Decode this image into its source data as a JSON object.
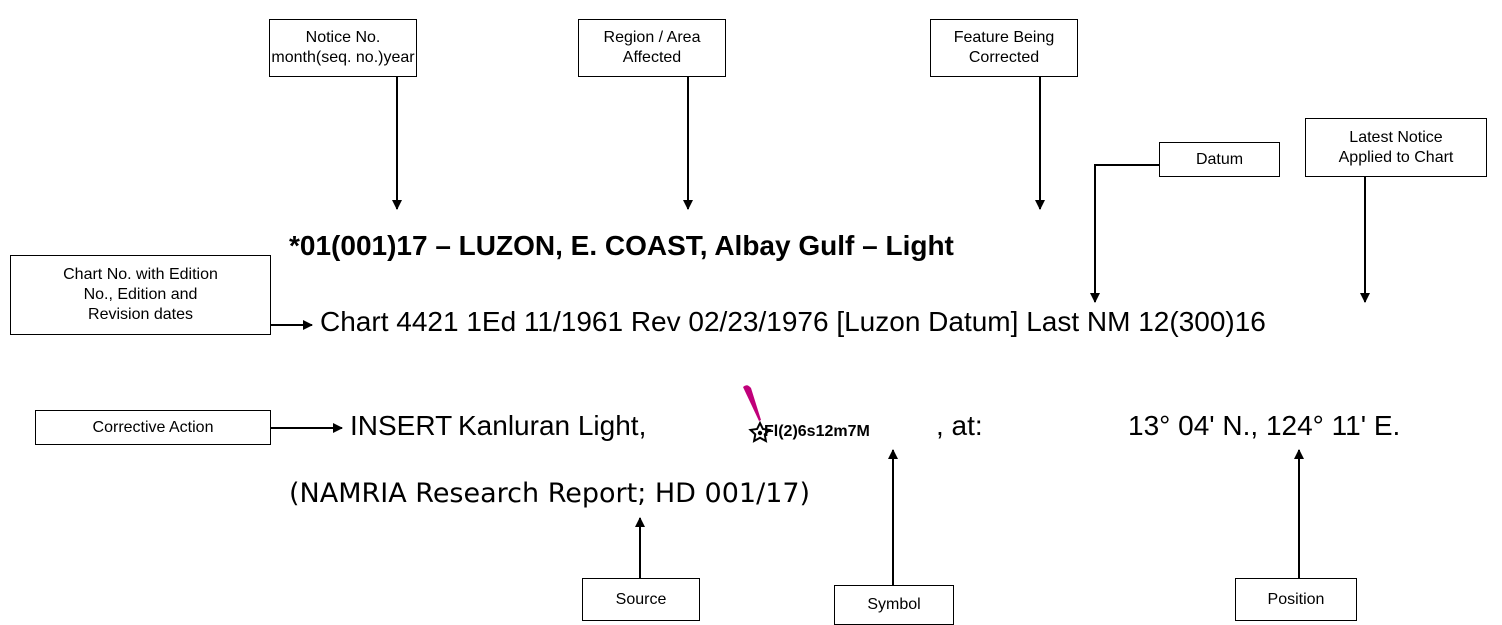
{
  "labels": {
    "notice_no": "Notice No.\nmonth(seq. no.)year",
    "region": "Region / Area\nAffected",
    "feature": "Feature Being\nCorrected",
    "datum": "Datum",
    "latest_notice": "Latest Notice\nApplied to Chart",
    "chart_no": "Chart No. with Edition\nNo., Edition and\nRevision dates",
    "corrective_action": "Corrective Action",
    "source": "Source",
    "symbol": "Symbol",
    "position": "Position"
  },
  "notice": {
    "header": "*01(001)17 – LUZON, E. COAST, Albay Gulf – Light",
    "chart_line": "Chart 4421 1Ed 11/1961 Rev 02/23/1976 [Luzon Datum] Last NM 12(300)16",
    "action_word": "INSERT",
    "feature_name": "Kanluran Light,",
    "light_characteristic": "Fl(2)6s12m7M",
    "at": ", at:",
    "position": "13° 04' N., 124° 11' E.",
    "source": "(NAMRIA Research Report; HD 001/17)"
  },
  "colors": {
    "light_flare": "#c0007a"
  },
  "icons": {
    "light_symbol": "star-light-icon"
  }
}
